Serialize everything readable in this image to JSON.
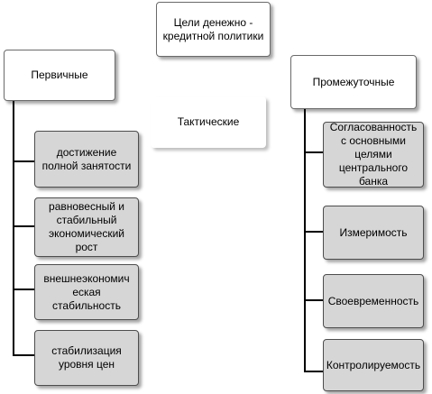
{
  "top": {
    "title": "Цели денежно - кредитной политики"
  },
  "primary": {
    "label": "Первичные",
    "items": [
      "достижение полной занятости",
      "равновесный и стабильный экономический рост",
      "внешнеэкономич еская стабильность",
      "стабилизация уровня цен"
    ]
  },
  "tactical": {
    "label": "Тактические"
  },
  "intermediate": {
    "label": "Промежуточные",
    "items": [
      "Согласованность с основными целями центрального банка",
      "Измеримость",
      "Своевременность",
      "Контролируемость"
    ]
  }
}
